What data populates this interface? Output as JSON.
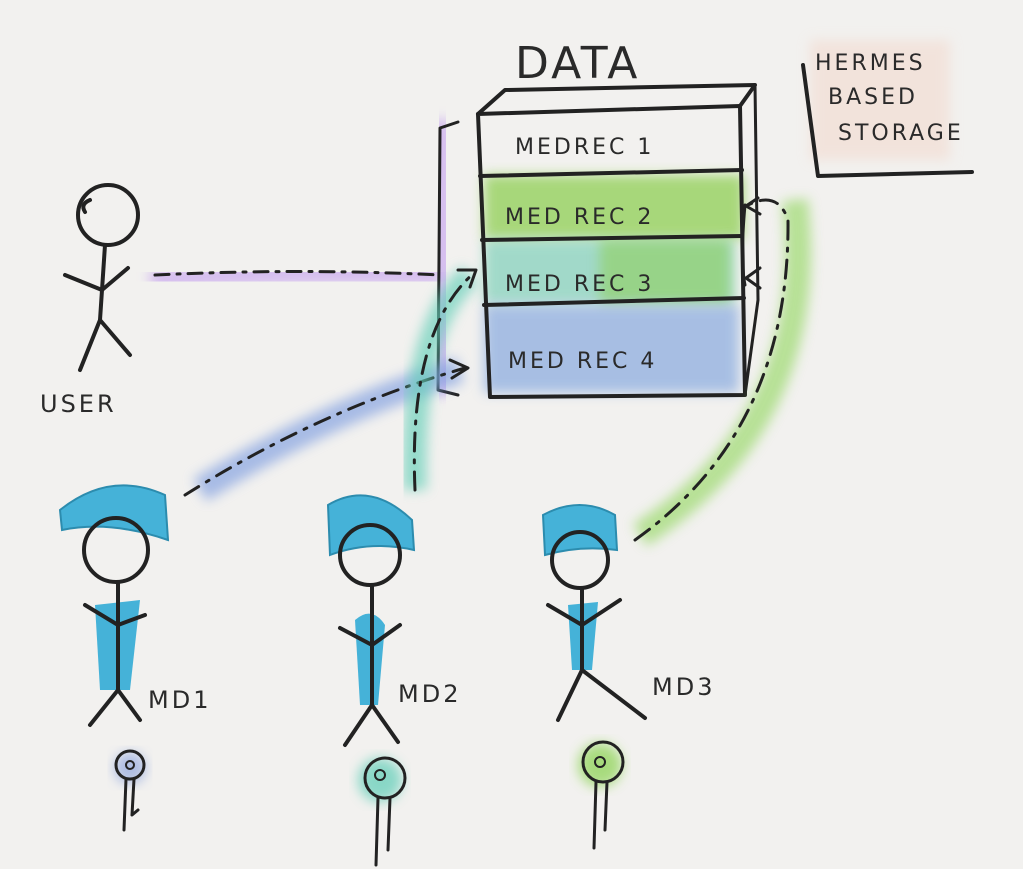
{
  "storage": {
    "title": "DATA",
    "records": [
      {
        "label": "MEDREC 1",
        "color": "#ffffff"
      },
      {
        "label": "MED REC 2",
        "color": "#8fcf52"
      },
      {
        "label": "MED REC 3",
        "color": "#7fd0b9"
      },
      {
        "label": "MED REC 4",
        "color": "#8eaee0"
      }
    ],
    "note_lines": [
      "HERMES",
      "BASED",
      "STORAGE"
    ]
  },
  "user": {
    "label": "USER"
  },
  "doctors": [
    {
      "label": "MD1",
      "key_color": "#9db0e0"
    },
    {
      "label": "MD2",
      "key_color": "#6fd1bd"
    },
    {
      "label": "MD3",
      "key_color": "#9bd86a"
    }
  ],
  "colors": {
    "cap": "#45b2d8",
    "purple": "#c9a8ef",
    "blue": "#7f9ee0",
    "teal": "#63cfb8",
    "green": "#8fd65a",
    "note_highlight": "#f3d8cc"
  }
}
